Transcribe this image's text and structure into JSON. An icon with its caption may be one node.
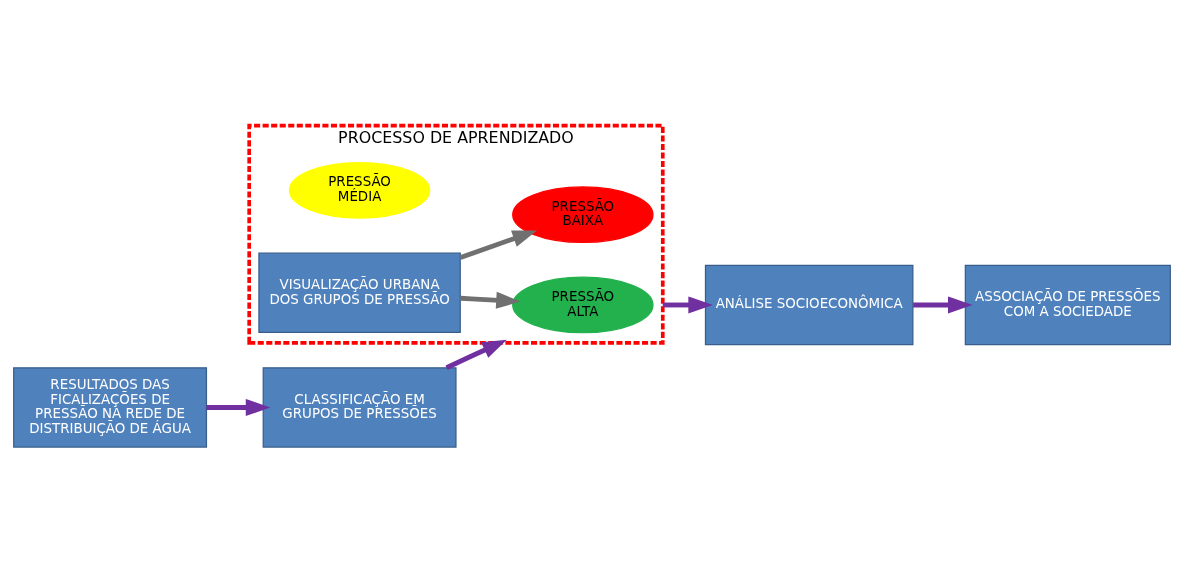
{
  "diagram": {
    "nodes": [
      {
        "text": [
          "PROCESSO DE APRENDIZADO"
        ]
      },
      {
        "text": [
          "RESULTADOS DAS FICALIZAÇÕES DE PRESSÃO NA REDE DE DISTRIBUIÇÃO DE ÁGUA"
        ]
      },
      {
        "text": [
          "CLASSIFICAÇÃO EM GRUPOS DE PRESSÕES"
        ]
      },
      {
        "text": [
          "PRESSÃO ALTA"
        ],
        "in": 0
      },
      {
        "text": [
          "PRESSÃO MÉDIA"
        ],
        "in": 0
      },
      {
        "text": [
          "PRESSÃO BAIXA"
        ],
        "in": 0
      },
      {
        "text": [
          "VISUALIZAÇÃO URBANA DOS GRUPOS DE PRESSÃO"
        ],
        "in": 0
      },
      {
        "text": [
          "ANÁLISE SOCIOECONÔMICA"
        ]
      },
      {
        "text": [
          "ASSOCIAÇÃO DE PRESSÕES COM A SOCIEDADE"
        ]
      }
    ],
    "edges": [
      {
        "from": 1,
        "to": 2,
        "arrow": "to"
      },
      {
        "from": 2,
        "to": 0,
        "arrow": "to"
      },
      {
        "from": 6,
        "to": 3,
        "arrow": "to",
        "color": "#707070"
      },
      {
        "from": 6,
        "to": 5,
        "arrow": "to",
        "color": "#707070"
      },
      {
        "from": 0,
        "to": 7,
        "arrow": "to"
      },
      {
        "from": 7,
        "to": 8,
        "arrow": "to"
      }
    ]
  }
}
